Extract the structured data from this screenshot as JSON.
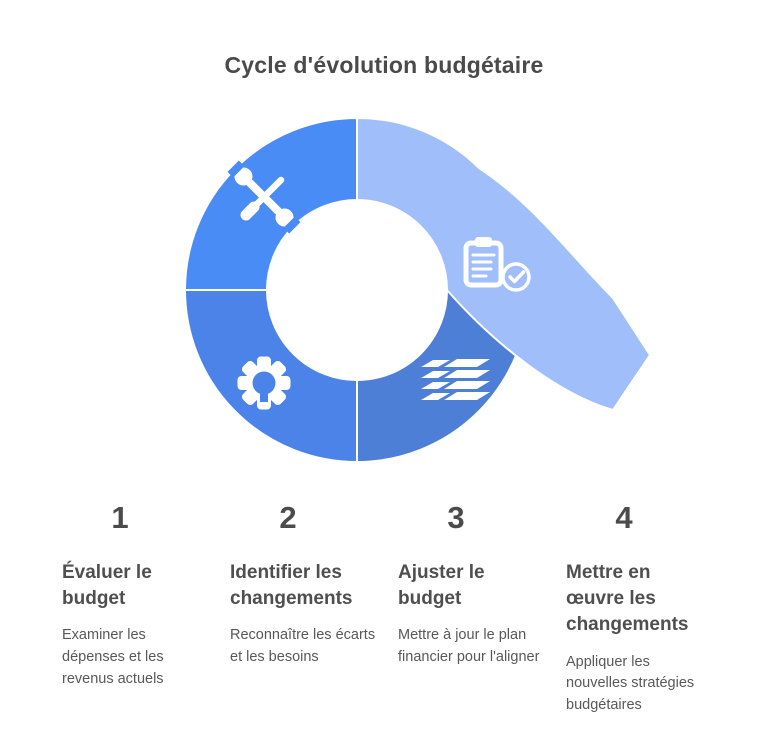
{
  "title": "Cycle d'évolution budgétaire",
  "diagram": {
    "type": "cycle-arrow",
    "colors": {
      "segment_tools": "#4a8cf6",
      "segment_gear": "#4c83e8",
      "segment_papers": "#4d7fd7",
      "segment_arrow": "#9fbefa",
      "icon": "#ffffff",
      "divider": "#ffffff"
    },
    "segments": [
      {
        "position": "top-left",
        "icon": "tools-icon"
      },
      {
        "position": "top-right-arrow",
        "icon": "clipboard-check-icon"
      },
      {
        "position": "bottom-left",
        "icon": "gear-icon"
      },
      {
        "position": "bottom-right",
        "icon": "papers-stack-icon"
      }
    ]
  },
  "steps": [
    {
      "number": "1",
      "heading": "Évaluer le budget",
      "description": "Examiner les dépenses et les revenus actuels"
    },
    {
      "number": "2",
      "heading": "Identifier les changements",
      "description": "Reconnaître les écarts et les besoins"
    },
    {
      "number": "3",
      "heading": "Ajuster le budget",
      "description": "Mettre à jour le plan financier pour l'aligner"
    },
    {
      "number": "4",
      "heading": "Mettre en œuvre les changements",
      "description": "Appliquer les nouvelles stratégies budgétaires"
    }
  ]
}
